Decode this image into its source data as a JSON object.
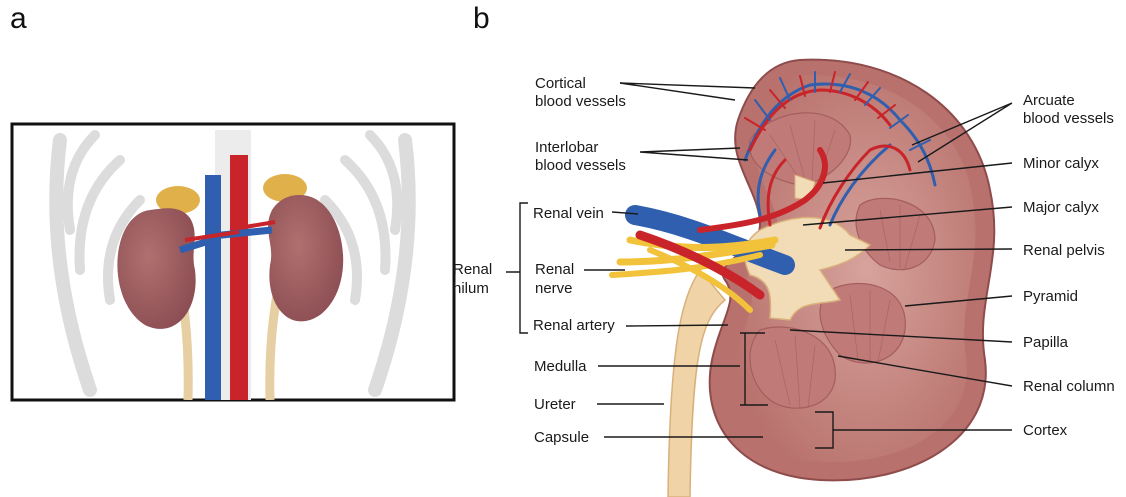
{
  "panels": {
    "a": "a",
    "b": "b"
  },
  "labels": {
    "cortical_1": "Cortical",
    "cortical_2": "blood vessels",
    "interlobar_1": "Interlobar",
    "interlobar_2": "blood vessels",
    "renal_vein": "Renal vein",
    "renal_nerve_1": "Renal",
    "renal_nerve_2": "nerve",
    "renal_artery": "Renal artery",
    "renal_hilum_1": "Renal",
    "renal_hilum_2": "hilum",
    "medulla": "Medulla",
    "ureter": "Ureter",
    "capsule": "Capsule",
    "arcuate_1": "Arcuate",
    "arcuate_2": "blood vessels",
    "minor_calyx": "Minor calyx",
    "major_calyx": "Major calyx",
    "renal_pelvis": "Renal pelvis",
    "pyramid": "Pyramid",
    "papilla": "Papilla",
    "renal_column": "Renal column",
    "cortex": "Cortex"
  },
  "colors": {
    "kidney": "#9c5a5e",
    "kidney_light": "#c98f8c",
    "cortex": "#d99c94",
    "vein": "#2f5fae",
    "artery": "#c8242a",
    "nerve": "#f2c23a",
    "ureter": "#f0d4a8",
    "adrenal": "#e2b24a",
    "skeleton": "#e9e9e9"
  }
}
